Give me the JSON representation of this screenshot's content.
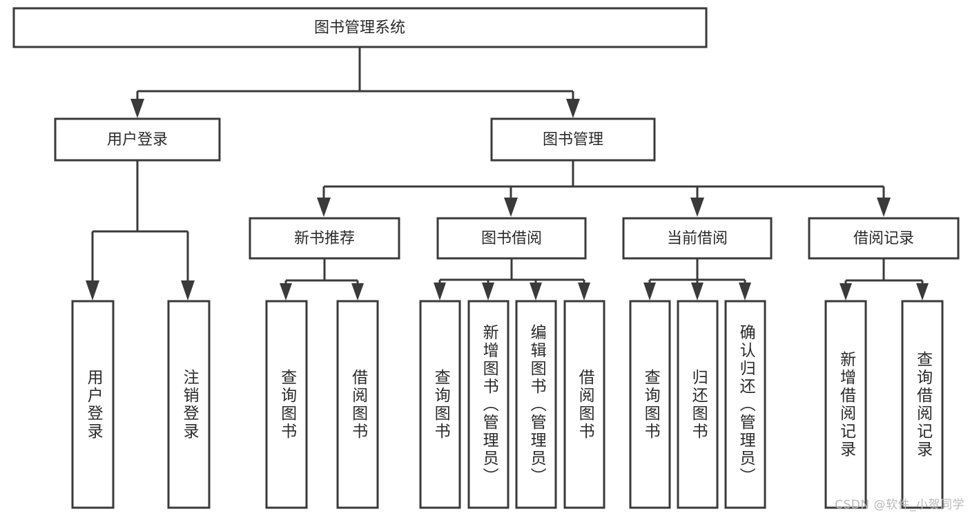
{
  "diagram": {
    "title": "图书管理系统",
    "type": "hierarchy-tree",
    "watermark": "CSDN @软件_小贺同学",
    "colors": {
      "background": "#ffffff",
      "box_stroke": "#3a3a3a",
      "box_fill": "#ffffff",
      "text": "#2a2a2a",
      "watermark": "#b9b9b9"
    },
    "root": {
      "label": "图书管理系统"
    },
    "level2": [
      {
        "label": "用户登录"
      },
      {
        "label": "图书管理"
      }
    ],
    "level3": [
      {
        "label": "新书推荐"
      },
      {
        "label": "图书借阅"
      },
      {
        "label": "当前借阅"
      },
      {
        "label": "借阅记录"
      }
    ],
    "leaves": {
      "user_login": [
        {
          "label": "用户登录"
        },
        {
          "label": "注销登录"
        }
      ],
      "new_book_recommend": [
        {
          "label": "查询图书"
        },
        {
          "label": "借阅图书"
        }
      ],
      "book_borrow": [
        {
          "label": "查询图书"
        },
        {
          "label": "新增图书（管理员）"
        },
        {
          "label": "编辑图书（管理员）"
        },
        {
          "label": "借阅图书"
        }
      ],
      "current_borrow": [
        {
          "label": "查询图书"
        },
        {
          "label": "归还图书"
        },
        {
          "label": "确认归还（管理员）"
        }
      ],
      "borrow_record": [
        {
          "label": "新增借阅记录"
        },
        {
          "label": "查询借阅记录"
        }
      ]
    }
  }
}
